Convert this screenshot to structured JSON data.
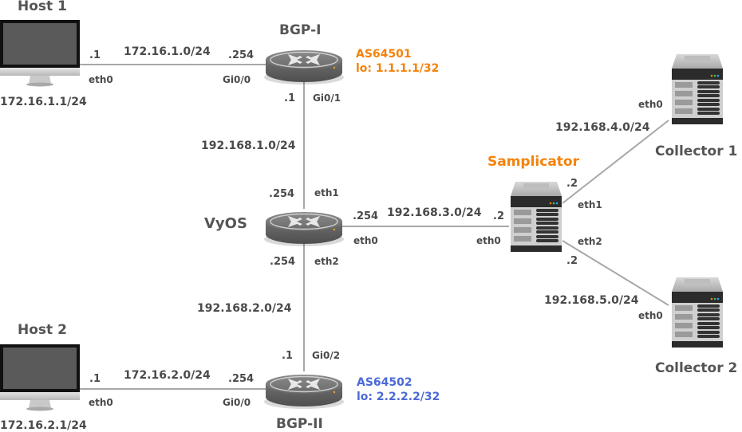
{
  "colors": {
    "link": "#a8a8a8",
    "label": "#4a4a4a",
    "accent_orange": "#f5820b",
    "accent_blue": "#4c6ad6"
  },
  "nodes": {
    "host1": {
      "name": "Host 1",
      "address": "172.16.1.1/24",
      "icon": "desktop-monitor-icon"
    },
    "host2": {
      "name": "Host 2",
      "address": "172.16.2.1/24",
      "icon": "desktop-monitor-icon"
    },
    "bgp1": {
      "name": "BGP-I",
      "as": "AS64501",
      "loopback": "lo: 1.1.1.1/32",
      "icon": "router-icon"
    },
    "bgp2": {
      "name": "BGP-II",
      "as": "AS64502",
      "loopback": "lo: 2.2.2.2/32",
      "icon": "router-icon"
    },
    "vyos": {
      "name": "VyOS",
      "icon": "router-icon"
    },
    "samplicator": {
      "name": "Samplicator",
      "icon": "server-icon"
    },
    "collector1": {
      "name": "Collector 1",
      "icon": "server-icon"
    },
    "collector2": {
      "name": "Collector 2",
      "icon": "server-icon"
    }
  },
  "links": [
    {
      "id": "host1-bgp1",
      "network": "172.16.1.0/24",
      "a": {
        "host": ".1",
        "iface": "eth0"
      },
      "b": {
        "host": ".254",
        "iface": "Gi0/0"
      }
    },
    {
      "id": "bgp1-vyos",
      "network": "192.168.1.0/24",
      "a": {
        "host": ".1",
        "iface": "Gi0/1"
      },
      "b": {
        "host": ".254",
        "iface": "eth1"
      }
    },
    {
      "id": "vyos-samplicator",
      "network": "192.168.3.0/24",
      "a": {
        "host": ".254",
        "iface": "eth0"
      },
      "b": {
        "host": ".2",
        "iface": "eth0"
      }
    },
    {
      "id": "vyos-bgp2",
      "network": "192.168.2.0/24",
      "a": {
        "host": ".254",
        "iface": "eth2"
      },
      "b": {
        "host": ".1",
        "iface": "Gi0/2"
      }
    },
    {
      "id": "host2-bgp2",
      "network": "172.16.2.0/24",
      "a": {
        "host": ".1",
        "iface": "eth0"
      },
      "b": {
        "host": ".254",
        "iface": "Gi0/0"
      }
    },
    {
      "id": "samplicator-collector1",
      "network": "192.168.4.0/24",
      "a": {
        "host": ".2",
        "iface": "eth1"
      },
      "b": {
        "iface": "eth0"
      }
    },
    {
      "id": "samplicator-collector2",
      "network": "192.168.5.0/24",
      "a": {
        "host": ".2",
        "iface": "eth2"
      },
      "b": {
        "iface": "eth0"
      }
    }
  ]
}
